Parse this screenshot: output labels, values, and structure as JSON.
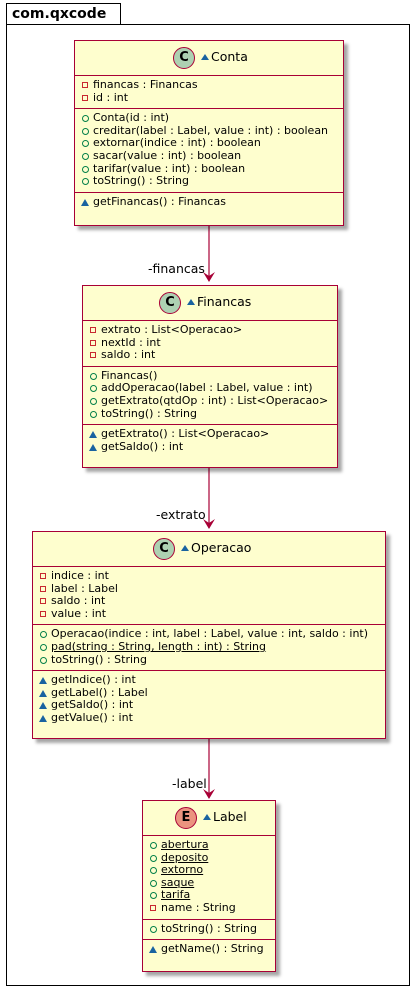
{
  "package": {
    "name": "com.qxcode"
  },
  "colors": {
    "class_fill": "#FEFECE",
    "border": "#A80036",
    "class_badge": "#ADD1B2",
    "enum_badge": "#EB937F"
  },
  "classes": [
    {
      "id": "conta",
      "badge": "C",
      "name": "Conta",
      "fields": [
        {
          "vis": "priv",
          "text": "financas : Financas"
        },
        {
          "vis": "priv",
          "text": "id : int"
        }
      ],
      "methods": [
        {
          "vis": "pub",
          "text": "Conta(id : int)"
        },
        {
          "vis": "pub",
          "text": "creditar(label : Label, value : int) : boolean"
        },
        {
          "vis": "pub",
          "text": "extornar(indice : int) : boolean"
        },
        {
          "vis": "pub",
          "text": "sacar(value : int) : boolean"
        },
        {
          "vis": "pub",
          "text": "tarifar(value : int) : boolean"
        },
        {
          "vis": "pub",
          "text": "toString() : String"
        }
      ],
      "pkg_methods": [
        {
          "vis": "pkgv",
          "text": "getFinancas() : Financas"
        }
      ]
    },
    {
      "id": "financas",
      "badge": "C",
      "name": "Financas",
      "fields": [
        {
          "vis": "priv",
          "text": "extrato : List<Operacao>"
        },
        {
          "vis": "priv",
          "text": "nextId : int"
        },
        {
          "vis": "priv",
          "text": "saldo : int"
        }
      ],
      "methods": [
        {
          "vis": "pub",
          "text": "Financas()"
        },
        {
          "vis": "pub",
          "text": "addOperacao(label : Label, value : int)"
        },
        {
          "vis": "pub",
          "text": "getExtrato(qtdOp : int) : List<Operacao>"
        },
        {
          "vis": "pub",
          "text": "toString() : String"
        }
      ],
      "pkg_methods": [
        {
          "vis": "pkgv",
          "text": "getExtrato() : List<Operacao>"
        },
        {
          "vis": "pkgv",
          "text": "getSaldo() : int"
        }
      ]
    },
    {
      "id": "operacao",
      "badge": "C",
      "name": "Operacao",
      "fields": [
        {
          "vis": "priv",
          "text": "indice : int"
        },
        {
          "vis": "priv",
          "text": "label : Label"
        },
        {
          "vis": "priv",
          "text": "saldo : int"
        },
        {
          "vis": "priv",
          "text": "value : int"
        }
      ],
      "methods": [
        {
          "vis": "pub",
          "text": "Operacao(indice : int, label : Label, value : int, saldo : int)"
        },
        {
          "vis": "pub",
          "text": "pad(string : String, length : int) : String",
          "underline": true
        },
        {
          "vis": "pub",
          "text": "toString() : String"
        }
      ],
      "pkg_methods": [
        {
          "vis": "pkgv",
          "text": "getIndice() : int"
        },
        {
          "vis": "pkgv",
          "text": "getLabel() : Label"
        },
        {
          "vis": "pkgv",
          "text": "getSaldo() : int"
        },
        {
          "vis": "pkgv",
          "text": "getValue() : int"
        }
      ]
    },
    {
      "id": "label",
      "badge": "E",
      "name": "Label",
      "fields": [
        {
          "vis": "pub",
          "text": "abertura",
          "underline": true
        },
        {
          "vis": "pub",
          "text": "deposito",
          "underline": true
        },
        {
          "vis": "pub",
          "text": "extorno",
          "underline": true
        },
        {
          "vis": "pub",
          "text": "saque",
          "underline": true
        },
        {
          "vis": "pub",
          "text": "tarifa",
          "underline": true
        },
        {
          "vis": "priv",
          "text": "name : String"
        }
      ],
      "methods": [
        {
          "vis": "pub",
          "text": "toString() : String"
        }
      ],
      "pkg_methods": [
        {
          "vis": "pkgv",
          "text": "getName() : String"
        }
      ]
    }
  ],
  "relations": [
    {
      "from": "conta",
      "to": "financas",
      "label": "-financas"
    },
    {
      "from": "financas",
      "to": "operacao",
      "label": "-extrato"
    },
    {
      "from": "operacao",
      "to": "label",
      "label": "-label"
    }
  ]
}
